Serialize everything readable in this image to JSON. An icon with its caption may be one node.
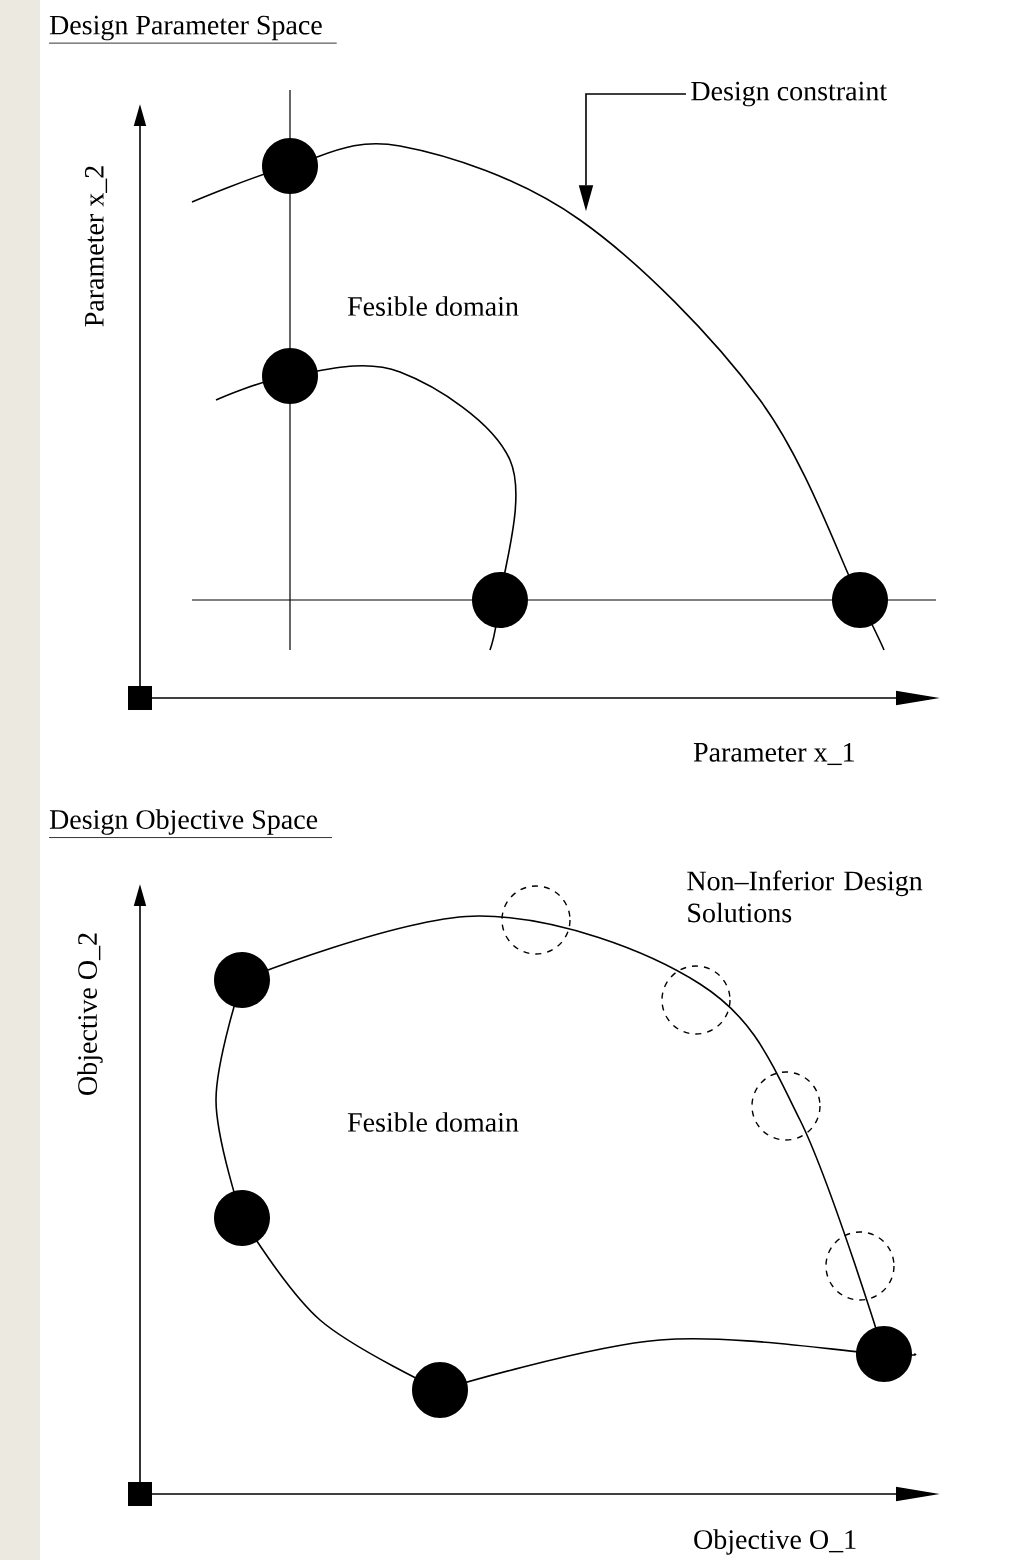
{
  "diagram": {
    "nodes": [
      {
        "text": [
          "Design constraint"
        ]
      },
      {
        "text": [],
        "shape": "curve"
      }
    ],
    "edges": [
      {
        "from": 0,
        "to": 1,
        "arrow": "to"
      }
    ],
    "labels": [
      "Design Parameter Space",
      "Parameter x_2",
      "Fesible domain",
      "Parameter x_1",
      "Design Objective Space",
      "Non–Inferior Design Solutions",
      "Objective O_2",
      "Fesible domain",
      "Objective O_1"
    ]
  }
}
